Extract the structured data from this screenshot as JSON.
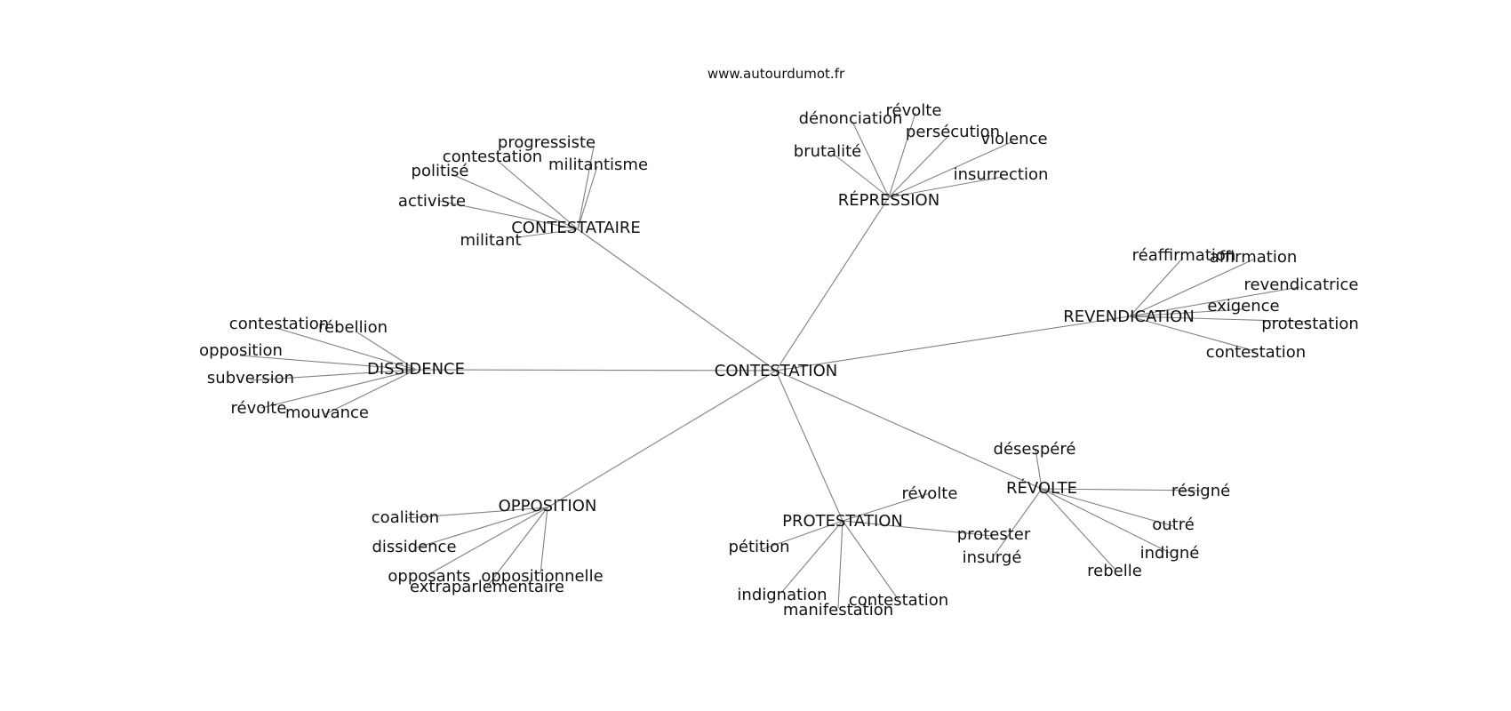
{
  "source_label": "www.autourdumot.fr",
  "center": "CONTESTATION",
  "clusters": [
    {
      "hub": "CONTESTATAIRE",
      "words": [
        "progressiste",
        "contestation",
        "militantisme",
        "politisé",
        "activiste",
        "militant"
      ]
    },
    {
      "hub": "RÉPRESSION",
      "words": [
        "dénonciation",
        "révolte",
        "persécution",
        "violence",
        "brutalité",
        "insurrection"
      ]
    },
    {
      "hub": "REVENDICATION",
      "words": [
        "réaffirmation",
        "affirmation",
        "revendicatrice",
        "exigence",
        "protestation",
        "contestation"
      ]
    },
    {
      "hub": "DISSIDENCE",
      "words": [
        "contestation",
        "rébellion",
        "opposition",
        "subversion",
        "révolte",
        "mouvance"
      ]
    },
    {
      "hub": "OPPOSITION",
      "words": [
        "coalition",
        "dissidence",
        "opposants",
        "oppositionnelle",
        "extraparlementaire"
      ]
    },
    {
      "hub": "PROTESTATION",
      "words": [
        "révolte",
        "pétition",
        "protester",
        "indignation",
        "contestation",
        "manifestation"
      ]
    },
    {
      "hub": "RÉVOLTE",
      "words": [
        "désespéré",
        "résigné",
        "outré",
        "indigné",
        "insurgé",
        "rebelle"
      ]
    }
  ]
}
